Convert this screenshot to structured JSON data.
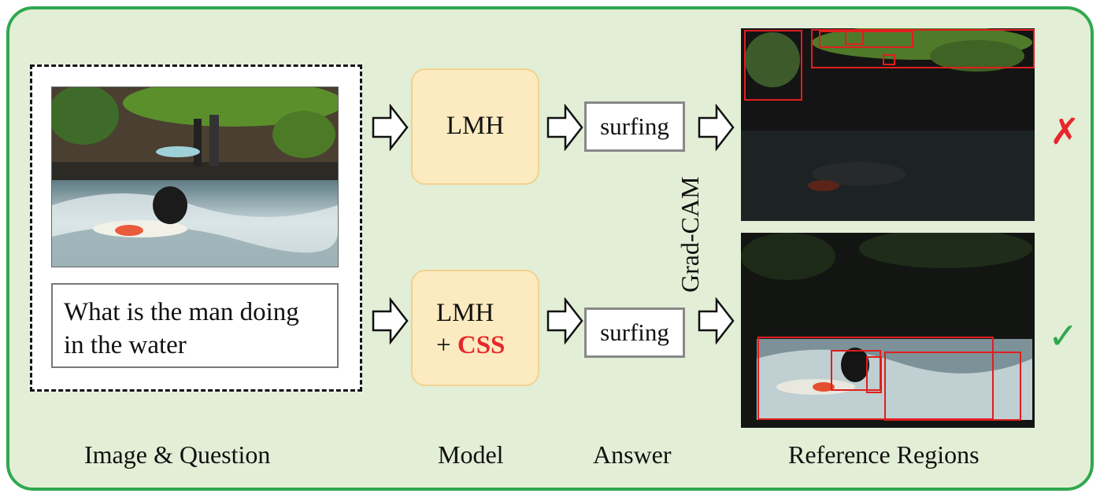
{
  "question": {
    "line1": "What is the man doing",
    "line2": "in the water"
  },
  "models": {
    "top": "LMH",
    "bottom_line1": "LMH",
    "bottom_plus": "+ ",
    "bottom_css": "CSS"
  },
  "answers": {
    "top": "surfing",
    "bottom": "surfing"
  },
  "method_label": "Grad-CAM",
  "marks": {
    "top": "✗",
    "bottom": "✓",
    "top_color": "#e8262b",
    "bottom_color": "#2fa84f"
  },
  "captions": {
    "image_question": "Image & Question",
    "model": "Model",
    "answer": "Answer",
    "reference": "Reference Regions"
  },
  "colors": {
    "frame": "#2fa84f",
    "background": "#e3eed6",
    "model_fill": "#fcebc0",
    "highlight": "#e8262b",
    "region_box": "#e01e1e"
  }
}
